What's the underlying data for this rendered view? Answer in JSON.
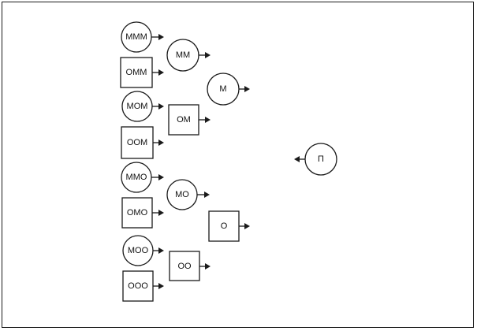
{
  "diagram": {
    "nodes": [
      {
        "id": "mmm",
        "label": "MMM",
        "shape": "circle"
      },
      {
        "id": "omm",
        "label": "OMM",
        "shape": "square"
      },
      {
        "id": "mm",
        "label": "MM",
        "shape": "circle"
      },
      {
        "id": "m",
        "label": "M",
        "shape": "circle"
      },
      {
        "id": "mom",
        "label": "MOM",
        "shape": "circle"
      },
      {
        "id": "om",
        "label": "OM",
        "shape": "square"
      },
      {
        "id": "oom",
        "label": "OOM",
        "shape": "square"
      },
      {
        "id": "p",
        "label": "П",
        "shape": "circle"
      },
      {
        "id": "mmo",
        "label": "MMO",
        "shape": "circle"
      },
      {
        "id": "mo",
        "label": "MO",
        "shape": "circle"
      },
      {
        "id": "omo",
        "label": "OMO",
        "shape": "square"
      },
      {
        "id": "o",
        "label": "O",
        "shape": "square"
      },
      {
        "id": "moo",
        "label": "MOO",
        "shape": "circle"
      },
      {
        "id": "oo",
        "label": "OO",
        "shape": "square"
      },
      {
        "id": "ooo",
        "label": "OOO",
        "shape": "square"
      }
    ],
    "colors": {
      "stroke": "#1a1a1a",
      "background": "#ffffff",
      "text": "#111111"
    }
  }
}
